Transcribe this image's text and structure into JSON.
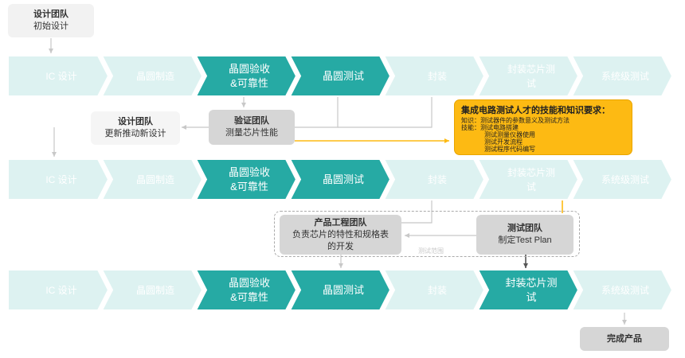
{
  "colors": {
    "active": "#26aaa4",
    "inactive": "#ddf2f1",
    "gray_box": "#d6d6d6",
    "light_box": "#f2f2f2",
    "highlight": "#fdba13",
    "arrow_yellow": "#fdba13",
    "arrow_gray": "#c8c8c8",
    "arrow_dark": "#555555"
  },
  "stages": [
    "IC 设计",
    "晶圆制造",
    "晶圆验收\n&可靠性",
    "晶圆测试",
    "封装",
    "封装芯片测\n试",
    "系统级测试"
  ],
  "rows": [
    {
      "active": [
        false,
        false,
        true,
        true,
        false,
        false,
        false
      ]
    },
    {
      "active": [
        false,
        false,
        true,
        true,
        false,
        false,
        false
      ]
    },
    {
      "active": [
        false,
        false,
        true,
        true,
        false,
        true,
        false
      ]
    }
  ],
  "design_team_top": {
    "title": "设计团队",
    "subtitle": "初始设计"
  },
  "design_team_update": {
    "title": "设计团队",
    "subtitle": "更新推动新设计"
  },
  "verify_team": {
    "title": "验证团队",
    "subtitle": "测量芯片性能"
  },
  "requirements": {
    "title": "集成电路测试人才的技能和知识要求：",
    "knowledge": "知识：测试器件的参数意义及测试方法",
    "skills_label": "技能：",
    "skills": [
      "测试电路搭建",
      "测试测量仪器使用",
      "测试开发流程",
      "测试程序代码编写"
    ]
  },
  "product_team": {
    "title": "产品工程团队",
    "subtitle": "负责芯片的特性和规格表\n的开发"
  },
  "test_team": {
    "title": "测试团队",
    "subtitle": "制定Test Plan"
  },
  "test_scope_label": "测试范围",
  "final_product": "完成产品"
}
